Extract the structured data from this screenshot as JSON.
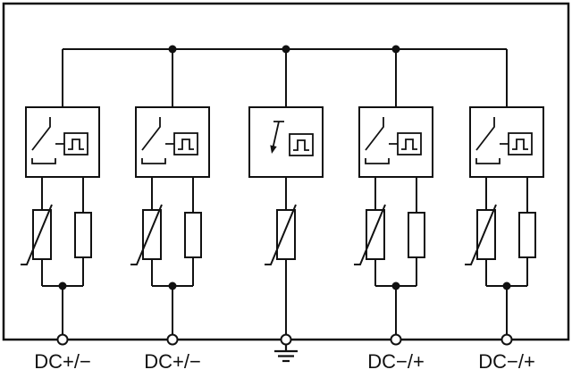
{
  "diagram": {
    "background_color": "#ffffff",
    "line_color": "#111111",
    "terminals": [
      {
        "label": "DC+/−"
      },
      {
        "label": "DC+/−"
      },
      {
        "label": "",
        "icon": "earth-ground-icon"
      },
      {
        "label": "DC−/+"
      },
      {
        "label": "DC−/+"
      }
    ],
    "icons": {
      "protector_module": [
        "disconnector-switch-icon",
        "square-pulse-indicator-icon"
      ],
      "center_module": [
        "spark-gap-arrow-icon",
        "square-pulse-indicator-icon"
      ],
      "branch_elements": [
        "varistor-icon",
        "thermal-fuse-icon"
      ],
      "junctions": "junction-dot",
      "terminal": "terminal-circle"
    }
  }
}
